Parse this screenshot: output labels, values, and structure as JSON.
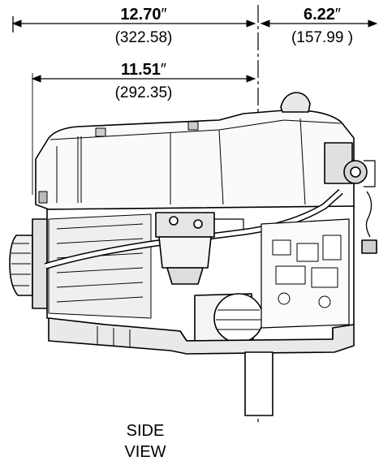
{
  "dimensions": {
    "overall_left": {
      "value": "12.70",
      "unit_mark": "″",
      "metric": "(322.58)"
    },
    "overall_right": {
      "value": "6.22",
      "unit_mark": "″",
      "metric": "(157.99 )"
    },
    "inner_left": {
      "value": "11.51",
      "unit_mark": "″",
      "metric": "(292.35)"
    }
  },
  "caption": {
    "line1": "SIDE",
    "line2": "VIEW"
  }
}
